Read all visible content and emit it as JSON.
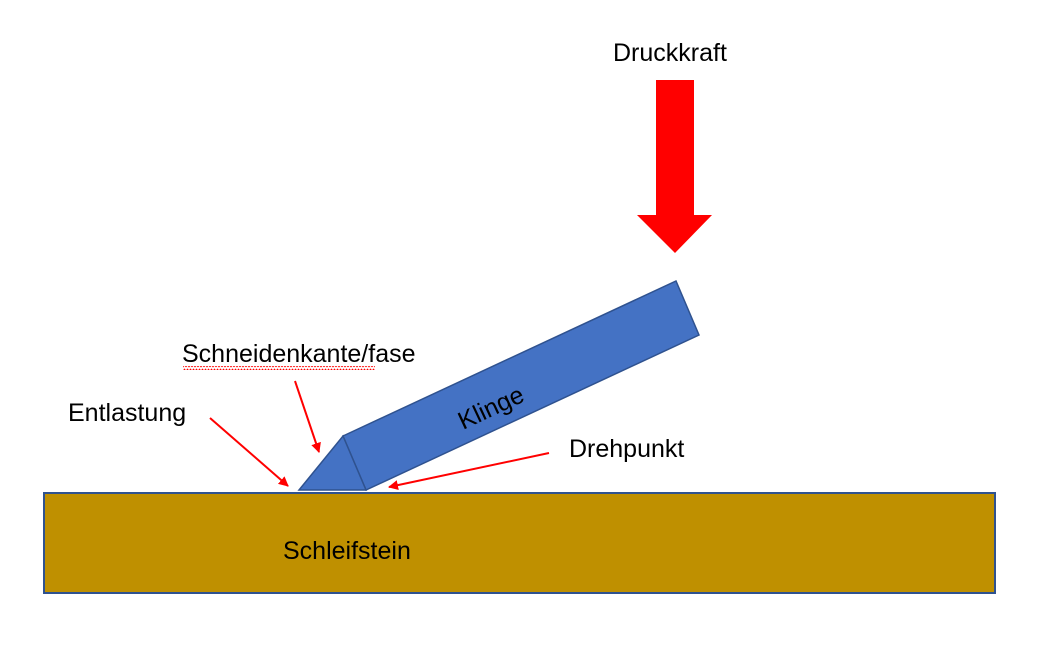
{
  "labels": {
    "force": "Druckkraft",
    "blade": "Klinge",
    "edge_bevel": "Schneidenkante/fase",
    "relief": "Entlastung",
    "pivot": "Drehpunkt",
    "stone": "Schleifstein"
  },
  "colors": {
    "force_arrow": "#ff0000",
    "blade": "#4472c4",
    "blade_outline": "#2f528f",
    "stone": "#bf9000",
    "stone_outline": "#2f528f",
    "pointer_arrows": "#ff0000",
    "spellcheck_underline": "#ff0000"
  }
}
